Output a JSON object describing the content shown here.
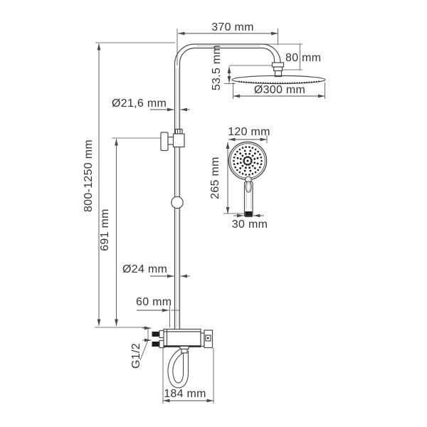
{
  "drawing": {
    "kind": "shower-system-installation-dimensions",
    "background_color": "#ffffff",
    "line_color": "#474747",
    "text_color": "#343434",
    "annotations": {
      "arm_width": "370 mm",
      "head_drop": "80 mm",
      "head_height": "53.5 mm",
      "head_diameter": "Ø300 mm",
      "riser_diameter_upper": "Ø21,6 mm",
      "hand_shower_diameter": "120 mm",
      "hand_shower_length": "265 mm",
      "hand_shower_handle_width": "30 mm",
      "overall_height": "800-1250 mm",
      "riser_height": "691 mm",
      "riser_diameter_lower": "Ø24 mm",
      "wall_offset": "60 mm",
      "inlet_thread": "G1/2",
      "mixer_width": "184 mm"
    }
  }
}
